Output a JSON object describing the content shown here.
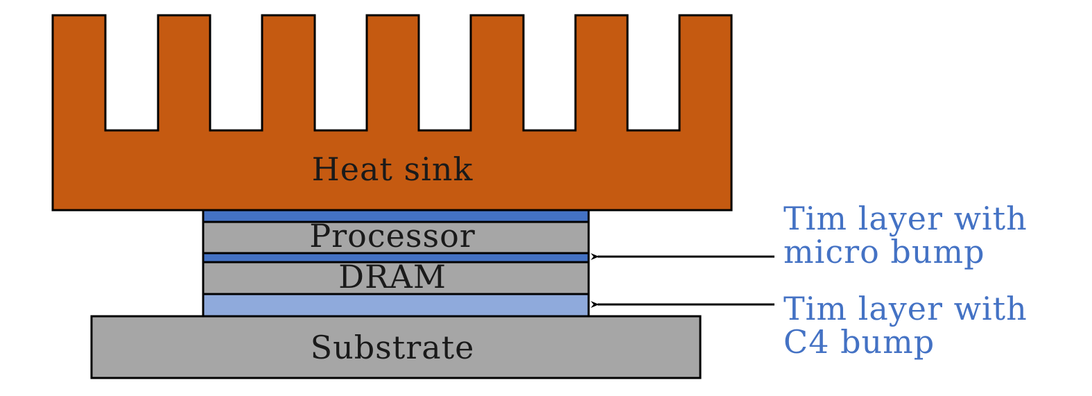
{
  "colors": {
    "heat_sink": "#c55a11",
    "tim_micro": "#4472c4",
    "tim_c4": "#8faadc",
    "die": "#a6a6a6",
    "substrate": "#a6a6a6",
    "outline": "#000000",
    "annotation_text": "#4472c4",
    "arrow": "#000000"
  },
  "layers": {
    "heat_sink": {
      "label": "Heat sink"
    },
    "processor": {
      "label": "Processor"
    },
    "dram": {
      "label": "DRAM"
    },
    "substrate": {
      "label": "Substrate"
    }
  },
  "annotations": {
    "micro_bump": {
      "line1": "Tim layer with",
      "line2": "micro bump"
    },
    "c4_bump": {
      "line1": "Tim layer with",
      "line2": "C4 bump"
    }
  }
}
